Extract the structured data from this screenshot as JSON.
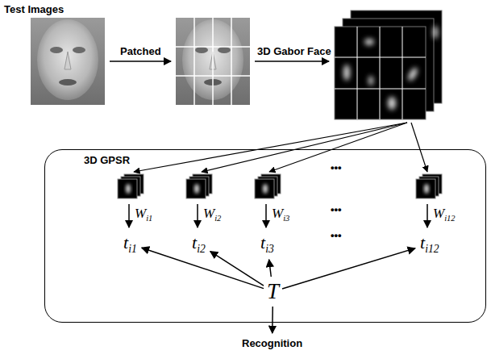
{
  "diagram": {
    "nodes": [
      {
        "text": [
          "3D GPSR"
        ]
      },
      {
        "text": [
          "ti1"
        ],
        "in": 0
      },
      {
        "text": [
          "ti2"
        ],
        "in": 0
      },
      {
        "text": [
          "ti3"
        ],
        "in": 0
      },
      {
        "text": [
          "ti12"
        ],
        "in": 0
      },
      {
        "text": [
          "T"
        ],
        "in": 0
      },
      {
        "text": [
          "Recognition"
        ]
      }
    ],
    "edges": [
      {
        "from": 5,
        "to": 1,
        "arrow": "to"
      },
      {
        "from": 5,
        "to": 2,
        "arrow": "to"
      },
      {
        "from": 5,
        "to": 3,
        "arrow": "to"
      },
      {
        "from": 5,
        "to": 4,
        "arrow": "to"
      },
      {
        "from": 5,
        "to": 6,
        "arrow": "to"
      }
    ],
    "labels": [
      "Test Images",
      "Patched",
      "3D Gabor Face",
      "Wi1",
      "Wi2",
      "Wi3",
      "Wi12",
      "•••",
      "•••",
      "•••"
    ]
  }
}
